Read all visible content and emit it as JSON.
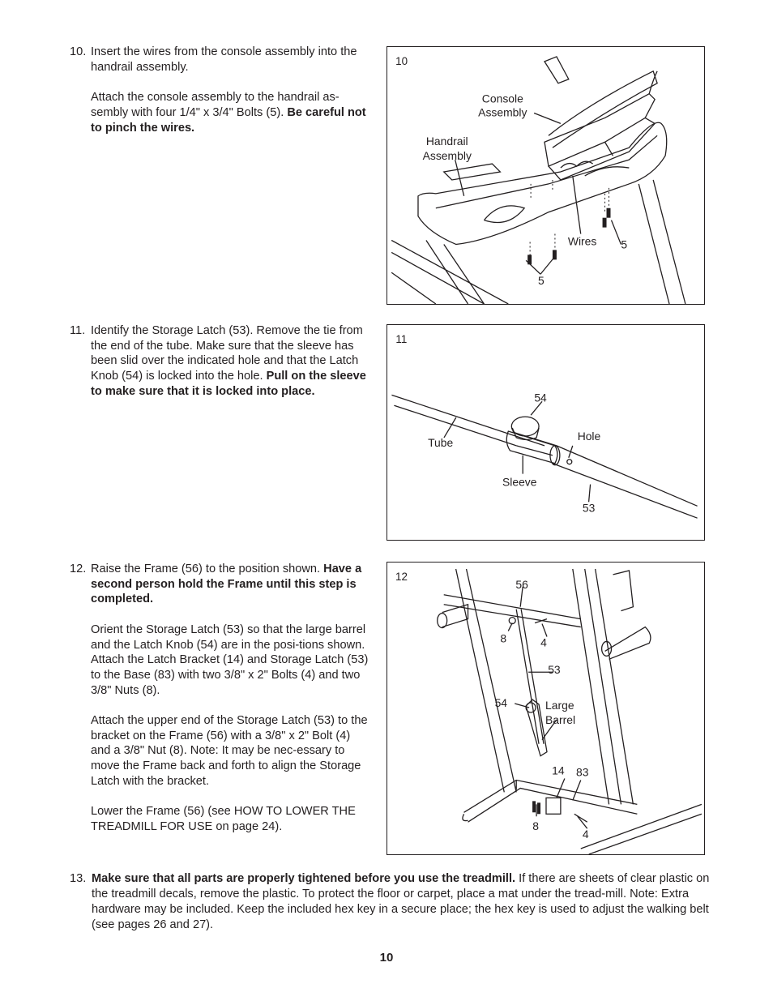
{
  "step10": {
    "number": "10.",
    "p1": "Insert the wires from the console assembly into the handrail assembly.",
    "p2_normal": "Attach the console assembly to the handrail as-sembly with four 1/4\" x 3/4\" Bolts (5). ",
    "p2_bold": "Be careful not to pinch the wires."
  },
  "step11": {
    "number": "11.",
    "p1_normal": "Identify the Storage Latch (53). Remove the tie from the end of the tube. Make sure that the sleeve has been slid over the indicated hole and that the Latch Knob (54) is locked into the hole. ",
    "p1_bold": "Pull on the sleeve to make sure that it is locked into place."
  },
  "step12": {
    "number": "12.",
    "p1_normal": "Raise the Frame (56) to the position shown. ",
    "p1_bold": "Have a second person hold the Frame until this step is completed.",
    "p2": "Orient the Storage Latch (53) so that the large barrel and the Latch Knob (54) are in the posi-tions shown. Attach the Latch Bracket (14) and Storage Latch (53) to the Base (83) with two 3/8\" x 2\" Bolts (4) and two 3/8\" Nuts (8).",
    "p3": "Attach the upper end of the Storage Latch (53) to the bracket on the Frame (56) with a 3/8\" x 2\" Bolt (4) and a 3/8\" Nut (8). Note: It may be nec-essary to move the Frame back and forth to align the Storage Latch with the bracket.",
    "p4": "Lower the Frame (56) (see HOW TO LOWER THE TREADMILL FOR USE on page 24)."
  },
  "step13": {
    "number": "13.",
    "bold": "Make sure that all parts are properly tightened before you use the treadmill.",
    "normal": " If there are sheets of clear plastic on the treadmill decals, remove the plastic. To protect the floor or carpet, place a mat under the tread-mill. Note: Extra hardware may be included. Keep the included hex key in a secure place; the hex key is used to adjust the walking belt (see pages 26 and 27)."
  },
  "fig10": {
    "number": "10",
    "console_1": "Console",
    "console_2": "Assembly",
    "handrail_1": "Handrail",
    "handrail_2": "Assembly",
    "wires": "Wires",
    "bolt_a": "5",
    "bolt_b": "5"
  },
  "fig11": {
    "number": "11",
    "knob": "54",
    "tube": "Tube",
    "hole": "Hole",
    "sleeve": "Sleeve",
    "latch": "53"
  },
  "fig12": {
    "number": "12",
    "frame": "56",
    "nut_top": "8",
    "bolt_top": "4",
    "latch": "53",
    "knob": "54",
    "large_1": "Large",
    "large_2": "Barrel",
    "bracket": "14",
    "base": "83",
    "nut_bottom": "8",
    "bolt_bottom": "4"
  },
  "page_number": "10"
}
